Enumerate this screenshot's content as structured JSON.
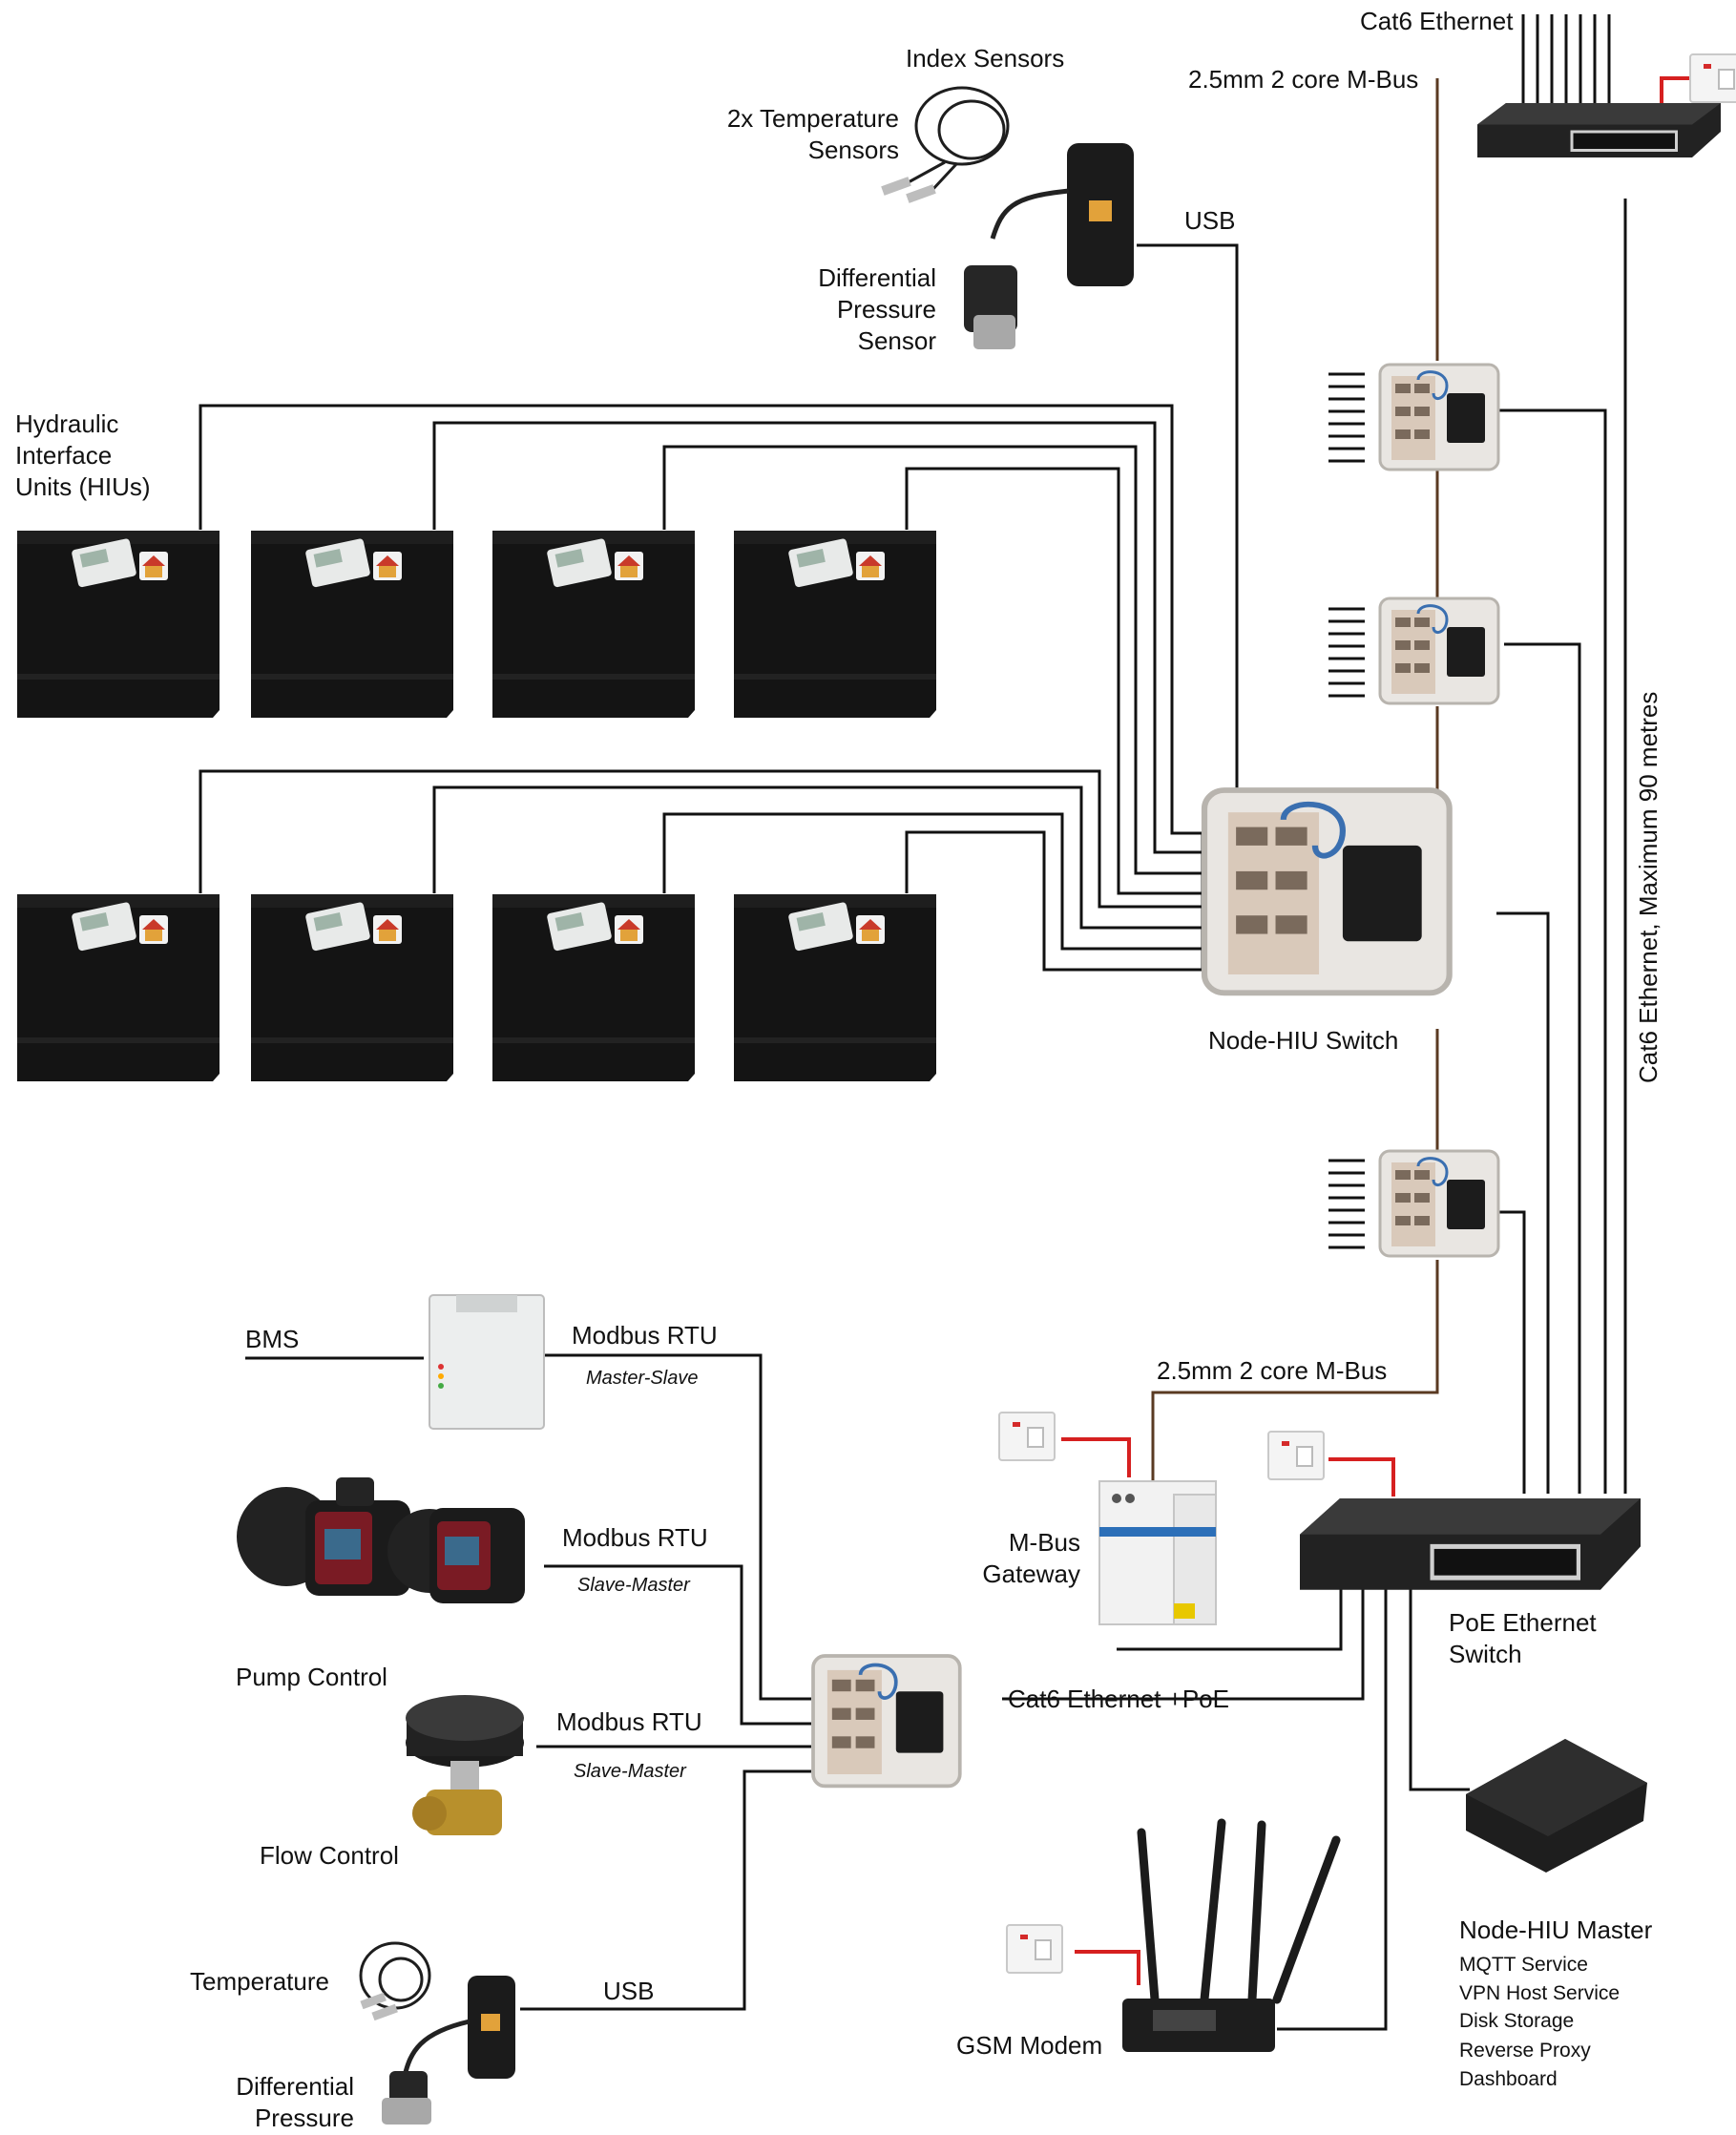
{
  "labels": {
    "cat6_ethernet": "Cat6 Ethernet",
    "index_sensors": "Index Sensors",
    "mbus_top": "2.5mm 2 core M-Bus",
    "temp_sensors_top": [
      "2x Temperature",
      "Sensors"
    ],
    "usb_top": "USB",
    "dp_sensor_top": [
      "Differential",
      "Pressure",
      "Sensor"
    ],
    "hius": [
      "Hydraulic",
      "Interface",
      "Units (HIUs)"
    ],
    "cat6_max": "Cat6 Ethernet, Maximum 90 metres",
    "node_hiu_switch": "Node-HIU Switch",
    "mbus_bottom": "2.5mm 2 core M-Bus",
    "bms": "BMS",
    "modbus1": "Modbus RTU",
    "modbus1_sub": "Master-Slave",
    "modbus2": "Modbus RTU",
    "modbus2_sub": "Slave-Master",
    "modbus3": "Modbus RTU",
    "modbus3_sub": "Slave-Master",
    "pump_control": "Pump Control",
    "flow_control": "Flow Control",
    "mbus_gateway": [
      "M-Bus",
      "Gateway"
    ],
    "poe_switch": [
      "PoE Ethernet",
      "Switch"
    ],
    "cat6_poe": "Cat6 Ethernet +PoE",
    "temperature": "Temperature",
    "usb_bottom": "USB",
    "dp_bottom": [
      "Differential",
      "Pressure"
    ],
    "gsm_modem": "GSM Modem",
    "master_title": "Node-HIU Master",
    "master_services": [
      "MQTT Service",
      "VPN Host Service",
      "Disk Storage",
      "Reverse Proxy",
      "Dashboard"
    ]
  },
  "colors": {
    "wire": "#111111",
    "mbus_wire": "#5a3a22",
    "power_wire": "#d62020",
    "device_body": "#141414",
    "enclosure": "#e9e6e2"
  }
}
